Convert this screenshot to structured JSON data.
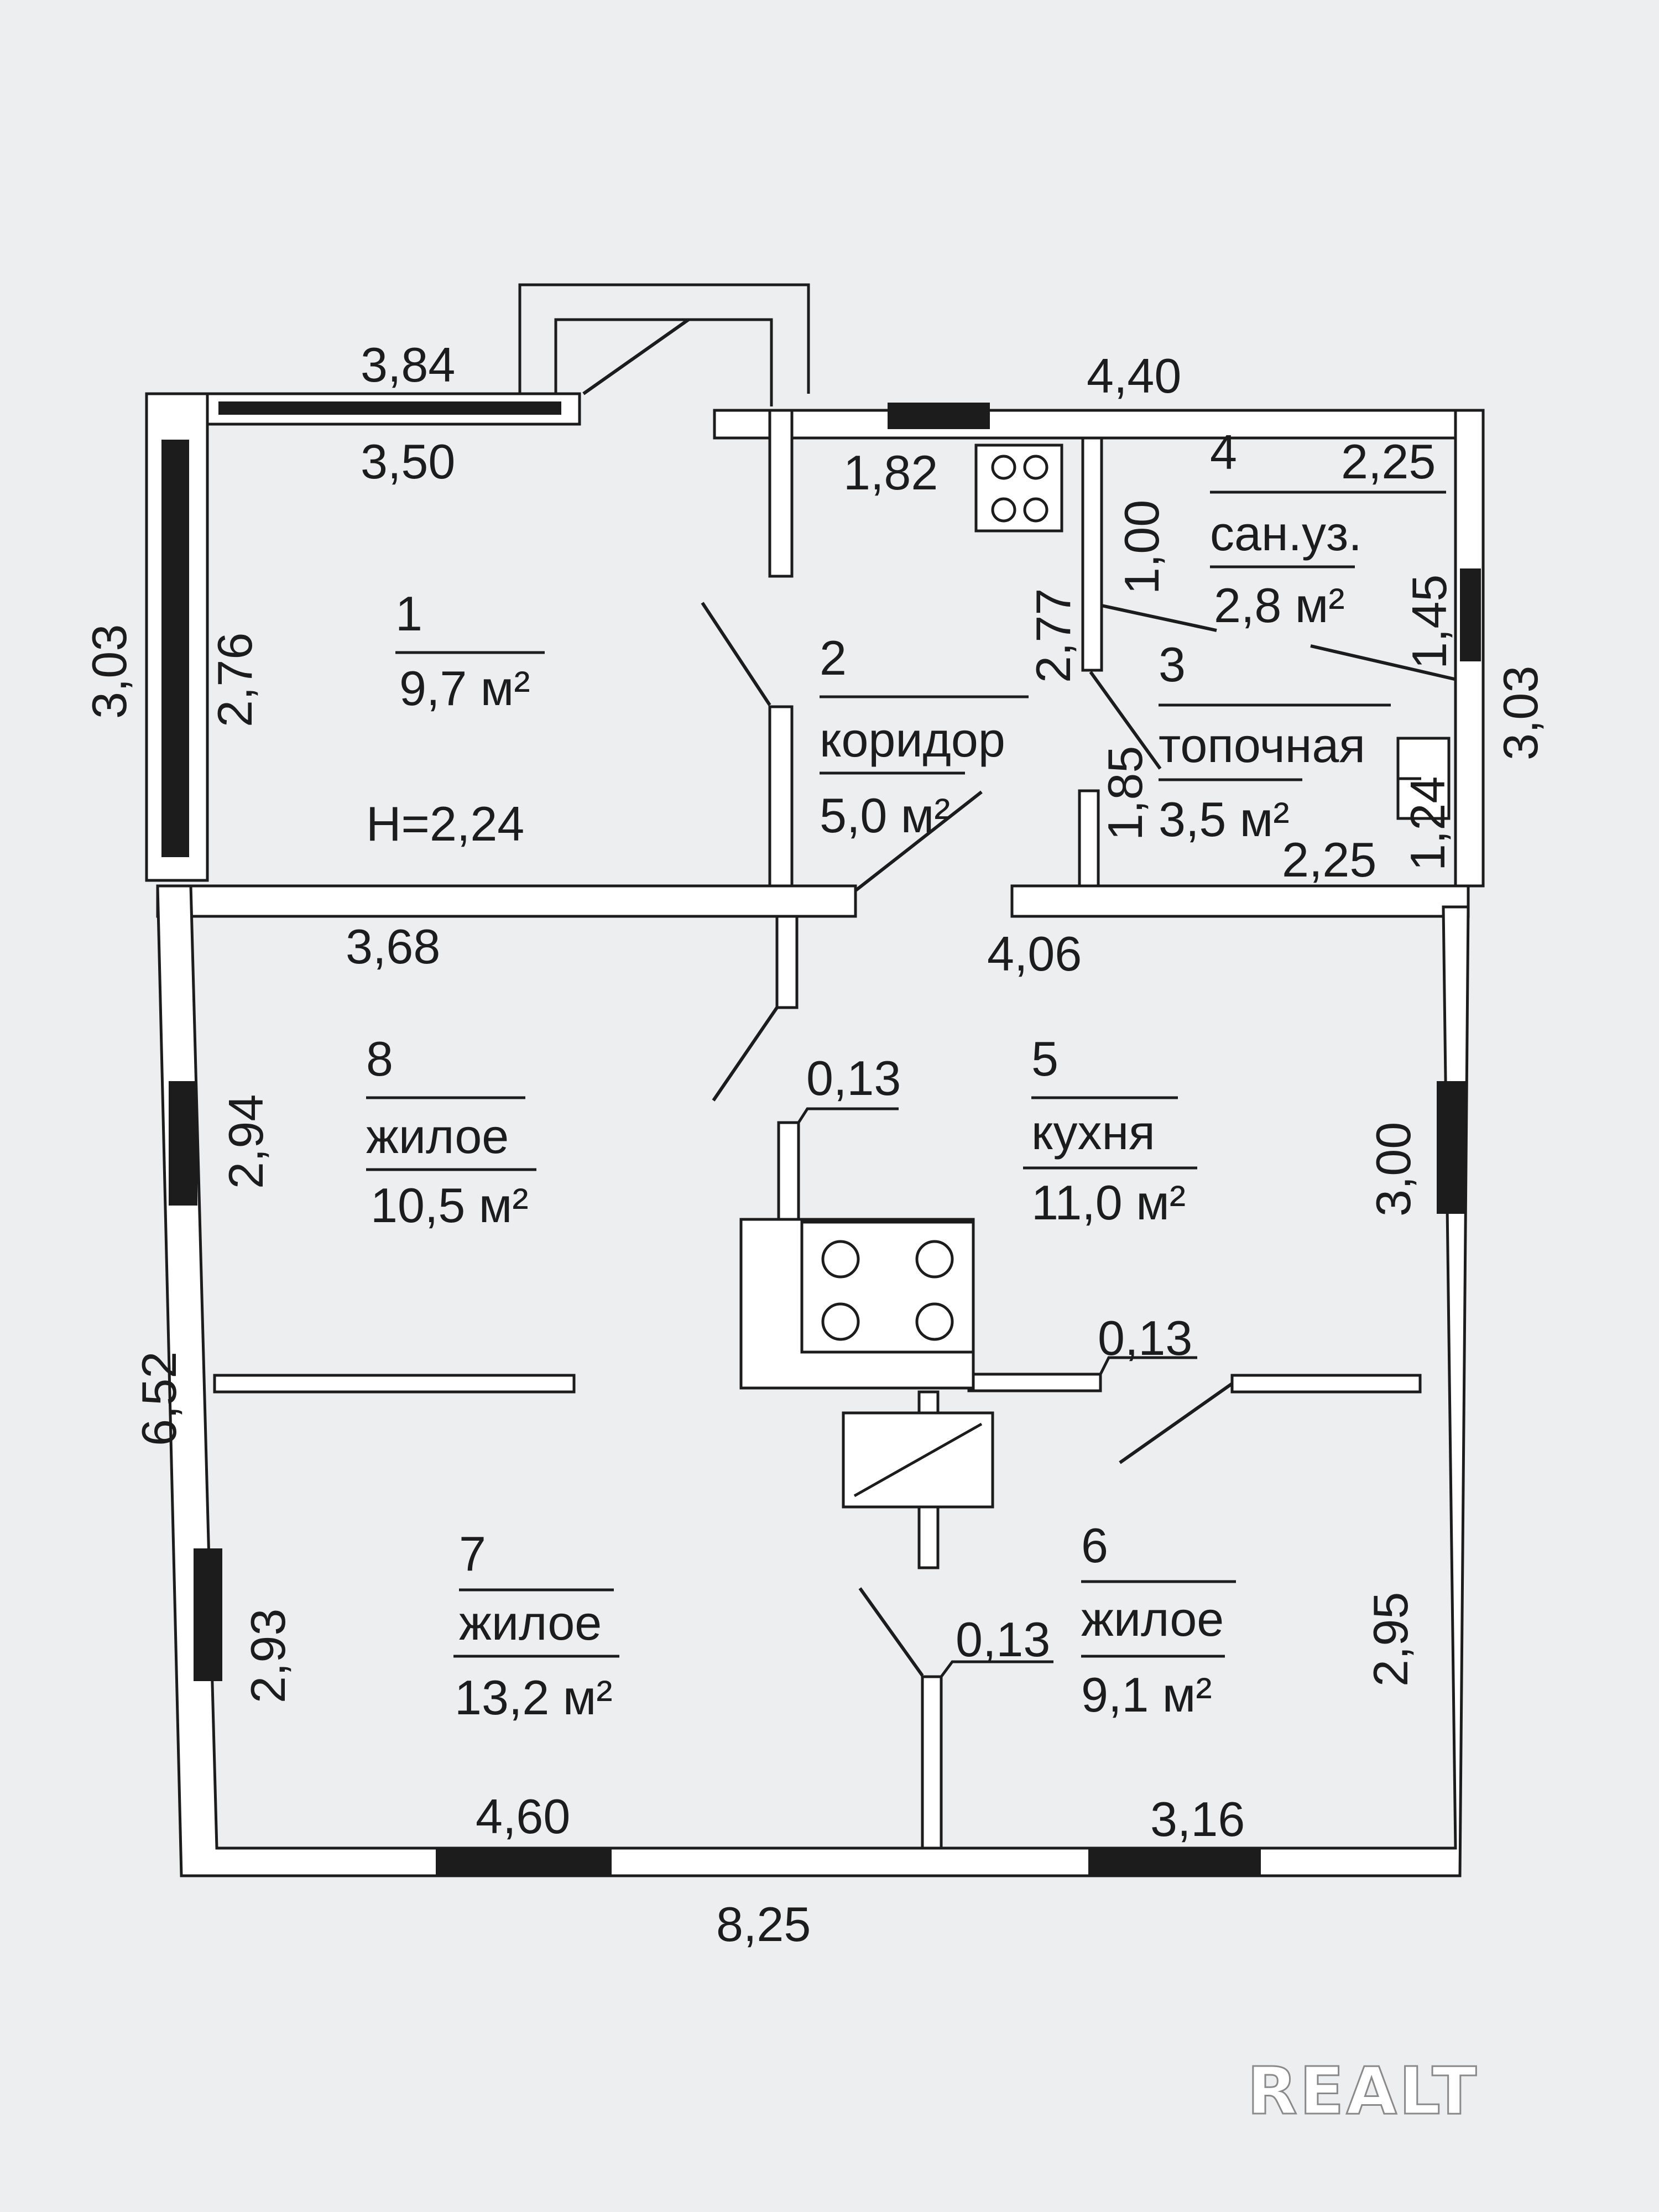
{
  "plan": {
    "rooms": [
      {
        "number": "1",
        "name": "",
        "area": "9,7 м²"
      },
      {
        "number": "2",
        "name": "коридор",
        "area": "5,0 м²"
      },
      {
        "number": "3",
        "name": "топочная",
        "area": "3,5 м²"
      },
      {
        "number": "4",
        "name": "сан.уз.",
        "area": "2,8 м²"
      },
      {
        "number": "5",
        "name": "кухня",
        "area": "11,0 м²"
      },
      {
        "number": "6",
        "name": "жилое",
        "area": "9,1 м²"
      },
      {
        "number": "7",
        "name": "жилое",
        "area": "13,2 м²"
      },
      {
        "number": "8",
        "name": "жилое",
        "area": "10,5 м²"
      }
    ],
    "height_label": "H=2,24",
    "dimensions": {
      "top_left_outer": "3,84",
      "top_right_outer": "4,40",
      "room1_width": "3,50",
      "room1_left_outer": "3,03",
      "room1_height": "2,76",
      "room2_top": "1,82",
      "wc_width": "2,25",
      "wc_partition": "1,00",
      "corridor_height": "2,77",
      "wc_height": "1,45",
      "right_top_outer": "3,03",
      "boiler_height": "1,85",
      "boiler_width": "2,25",
      "boiler_small": "1,24",
      "room8_width": "3,68",
      "kitchen_width": "4,06",
      "partition_a": "0,13",
      "room8_height": "2,94",
      "kitchen_height": "3,00",
      "partition_b": "0,13",
      "left_outer": "6,52",
      "room7_height": "2,93",
      "partition_c": "0,13",
      "room6_height": "2,95",
      "room7_width": "4,60",
      "room6_width": "3,16",
      "total_width": "8,25"
    }
  },
  "watermark": {
    "text": "REALT"
  },
  "colors": {
    "paper": "#eceef0",
    "ink": "#1c1c1c",
    "wall_fill": "#ffffff"
  }
}
